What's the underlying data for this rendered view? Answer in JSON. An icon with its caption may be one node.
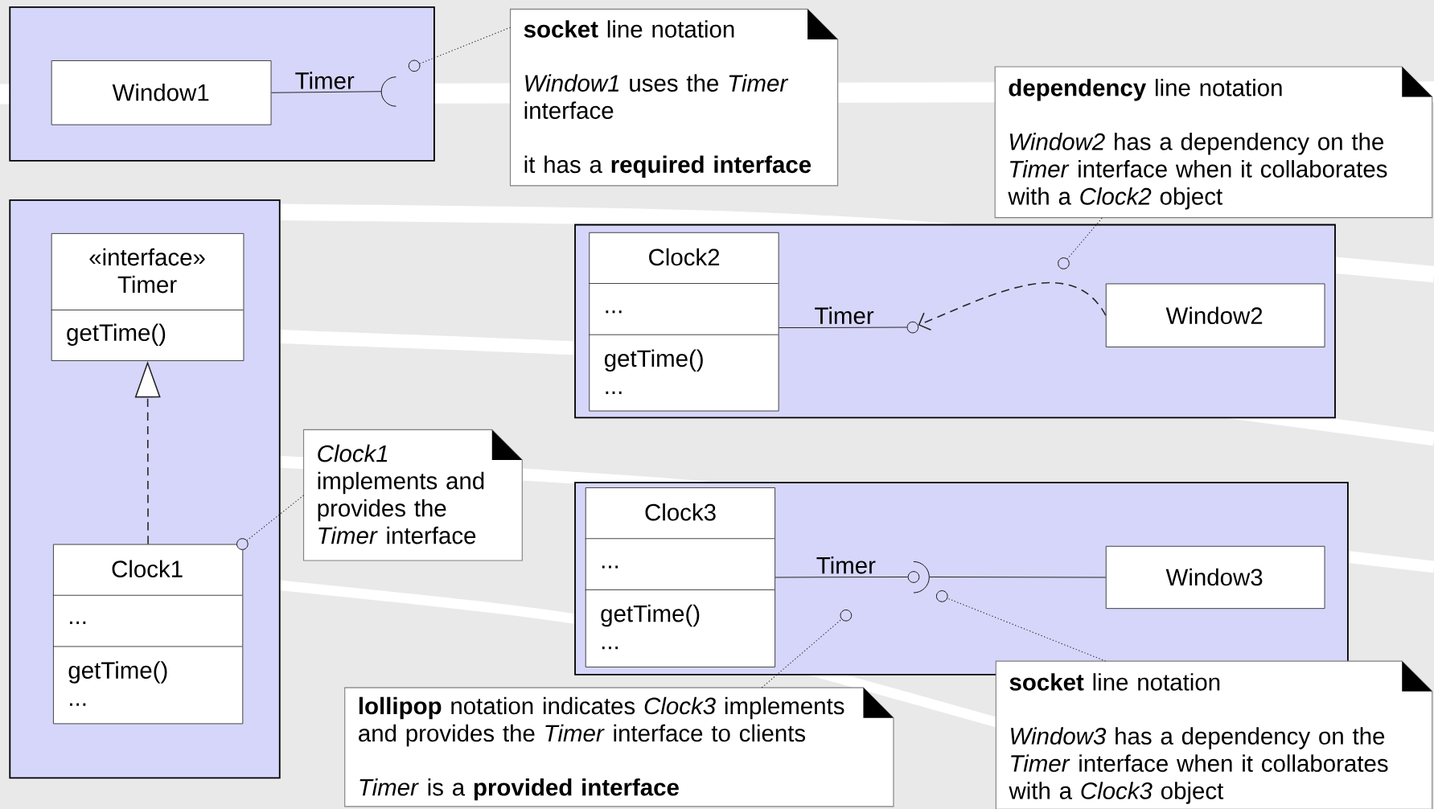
{
  "diagram": {
    "nodes": [
      {
        "text": [],
        "shape": "box"
      },
      {
        "text": [
          "Window1"
        ],
        "in": 0
      },
      {
        "text": [],
        "shape": "socket",
        "in": 0
      },
      {
        "text": [],
        "shape": "circle",
        "in": 0
      },
      {
        "text": [
          "**socket** line notation",
          "*Window1* uses the *Timer* interface",
          "it has a **required interface**"
        ]
      },
      {
        "text": [],
        "shape": "box"
      },
      {
        "text": [
          "«interface» Timer",
          "getTime()"
        ],
        "in": 5
      },
      {
        "text": [
          "Clock1",
          "...",
          "getTime() ..."
        ],
        "in": 5
      },
      {
        "text": [],
        "shape": "circle",
        "in": 5
      },
      {
        "text": [
          "*Clock1* implements and provides the *Timer* interface"
        ]
      },
      {
        "text": [
          "**dependency** line notation",
          "*Window2* has a dependency on the *Timer* interface when it collaborates with a *Clock2* object"
        ]
      },
      {
        "text": [],
        "shape": "box"
      },
      {
        "text": [
          "Clock2",
          "...",
          "getTime() ..."
        ],
        "in": 11
      },
      {
        "text": [],
        "shape": "circle",
        "in": 11
      },
      {
        "text": [],
        "shape": "circle",
        "in": 11
      },
      {
        "text": [
          "Window2"
        ],
        "in": 11
      },
      {
        "text": [],
        "shape": "box"
      },
      {
        "text": [
          "Clock3",
          "...",
          "getTime() ..."
        ],
        "in": 16
      },
      {
        "text": [],
        "shape": "circle",
        "in": 16
      },
      {
        "text": [],
        "shape": "circle",
        "in": 16
      },
      {
        "text": [],
        "shape": "circle",
        "in": 16
      },
      {
        "text": [
          "Window3"
        ],
        "in": 16
      },
      {
        "text": [
          "**lollipop** notation indicates *Clock3* implements and provides the *Timer* interface to clients",
          "*Timer* is a **provided interface**"
        ]
      },
      {
        "text": [
          "**socket** line notation",
          "*Window3* has a dependency on the *Timer* interface when it collaborates with a *Clock3* object"
        ]
      },
      {
        "text": [],
        "shape": "socket",
        "in": 16
      }
    ],
    "edges": [
      {
        "from": 1,
        "to": 2,
        "arrow": "none",
        "label": "Timer"
      },
      {
        "from": 4,
        "to": 3,
        "arrow": "none",
        "style": "dashed"
      },
      {
        "from": 7,
        "to": 6,
        "arrow": "to",
        "style": "dashed"
      },
      {
        "from": 9,
        "to": 8,
        "arrow": "none",
        "style": "dashed"
      },
      {
        "from": 10,
        "to": 14,
        "arrow": "none",
        "style": "dashed"
      },
      {
        "from": 12,
        "to": 13,
        "arrow": "none",
        "label": "Timer"
      },
      {
        "from": 15,
        "to": 13,
        "arrow": "to",
        "style": "dashed"
      },
      {
        "from": 17,
        "to": 18,
        "arrow": "none",
        "label": "Timer"
      },
      {
        "from": 21,
        "to": 24,
        "arrow": "none"
      },
      {
        "from": 22,
        "to": 19,
        "arrow": "none",
        "style": "dashed"
      },
      {
        "from": 23,
        "to": 20,
        "arrow": "none",
        "style": "dashed"
      }
    ]
  }
}
